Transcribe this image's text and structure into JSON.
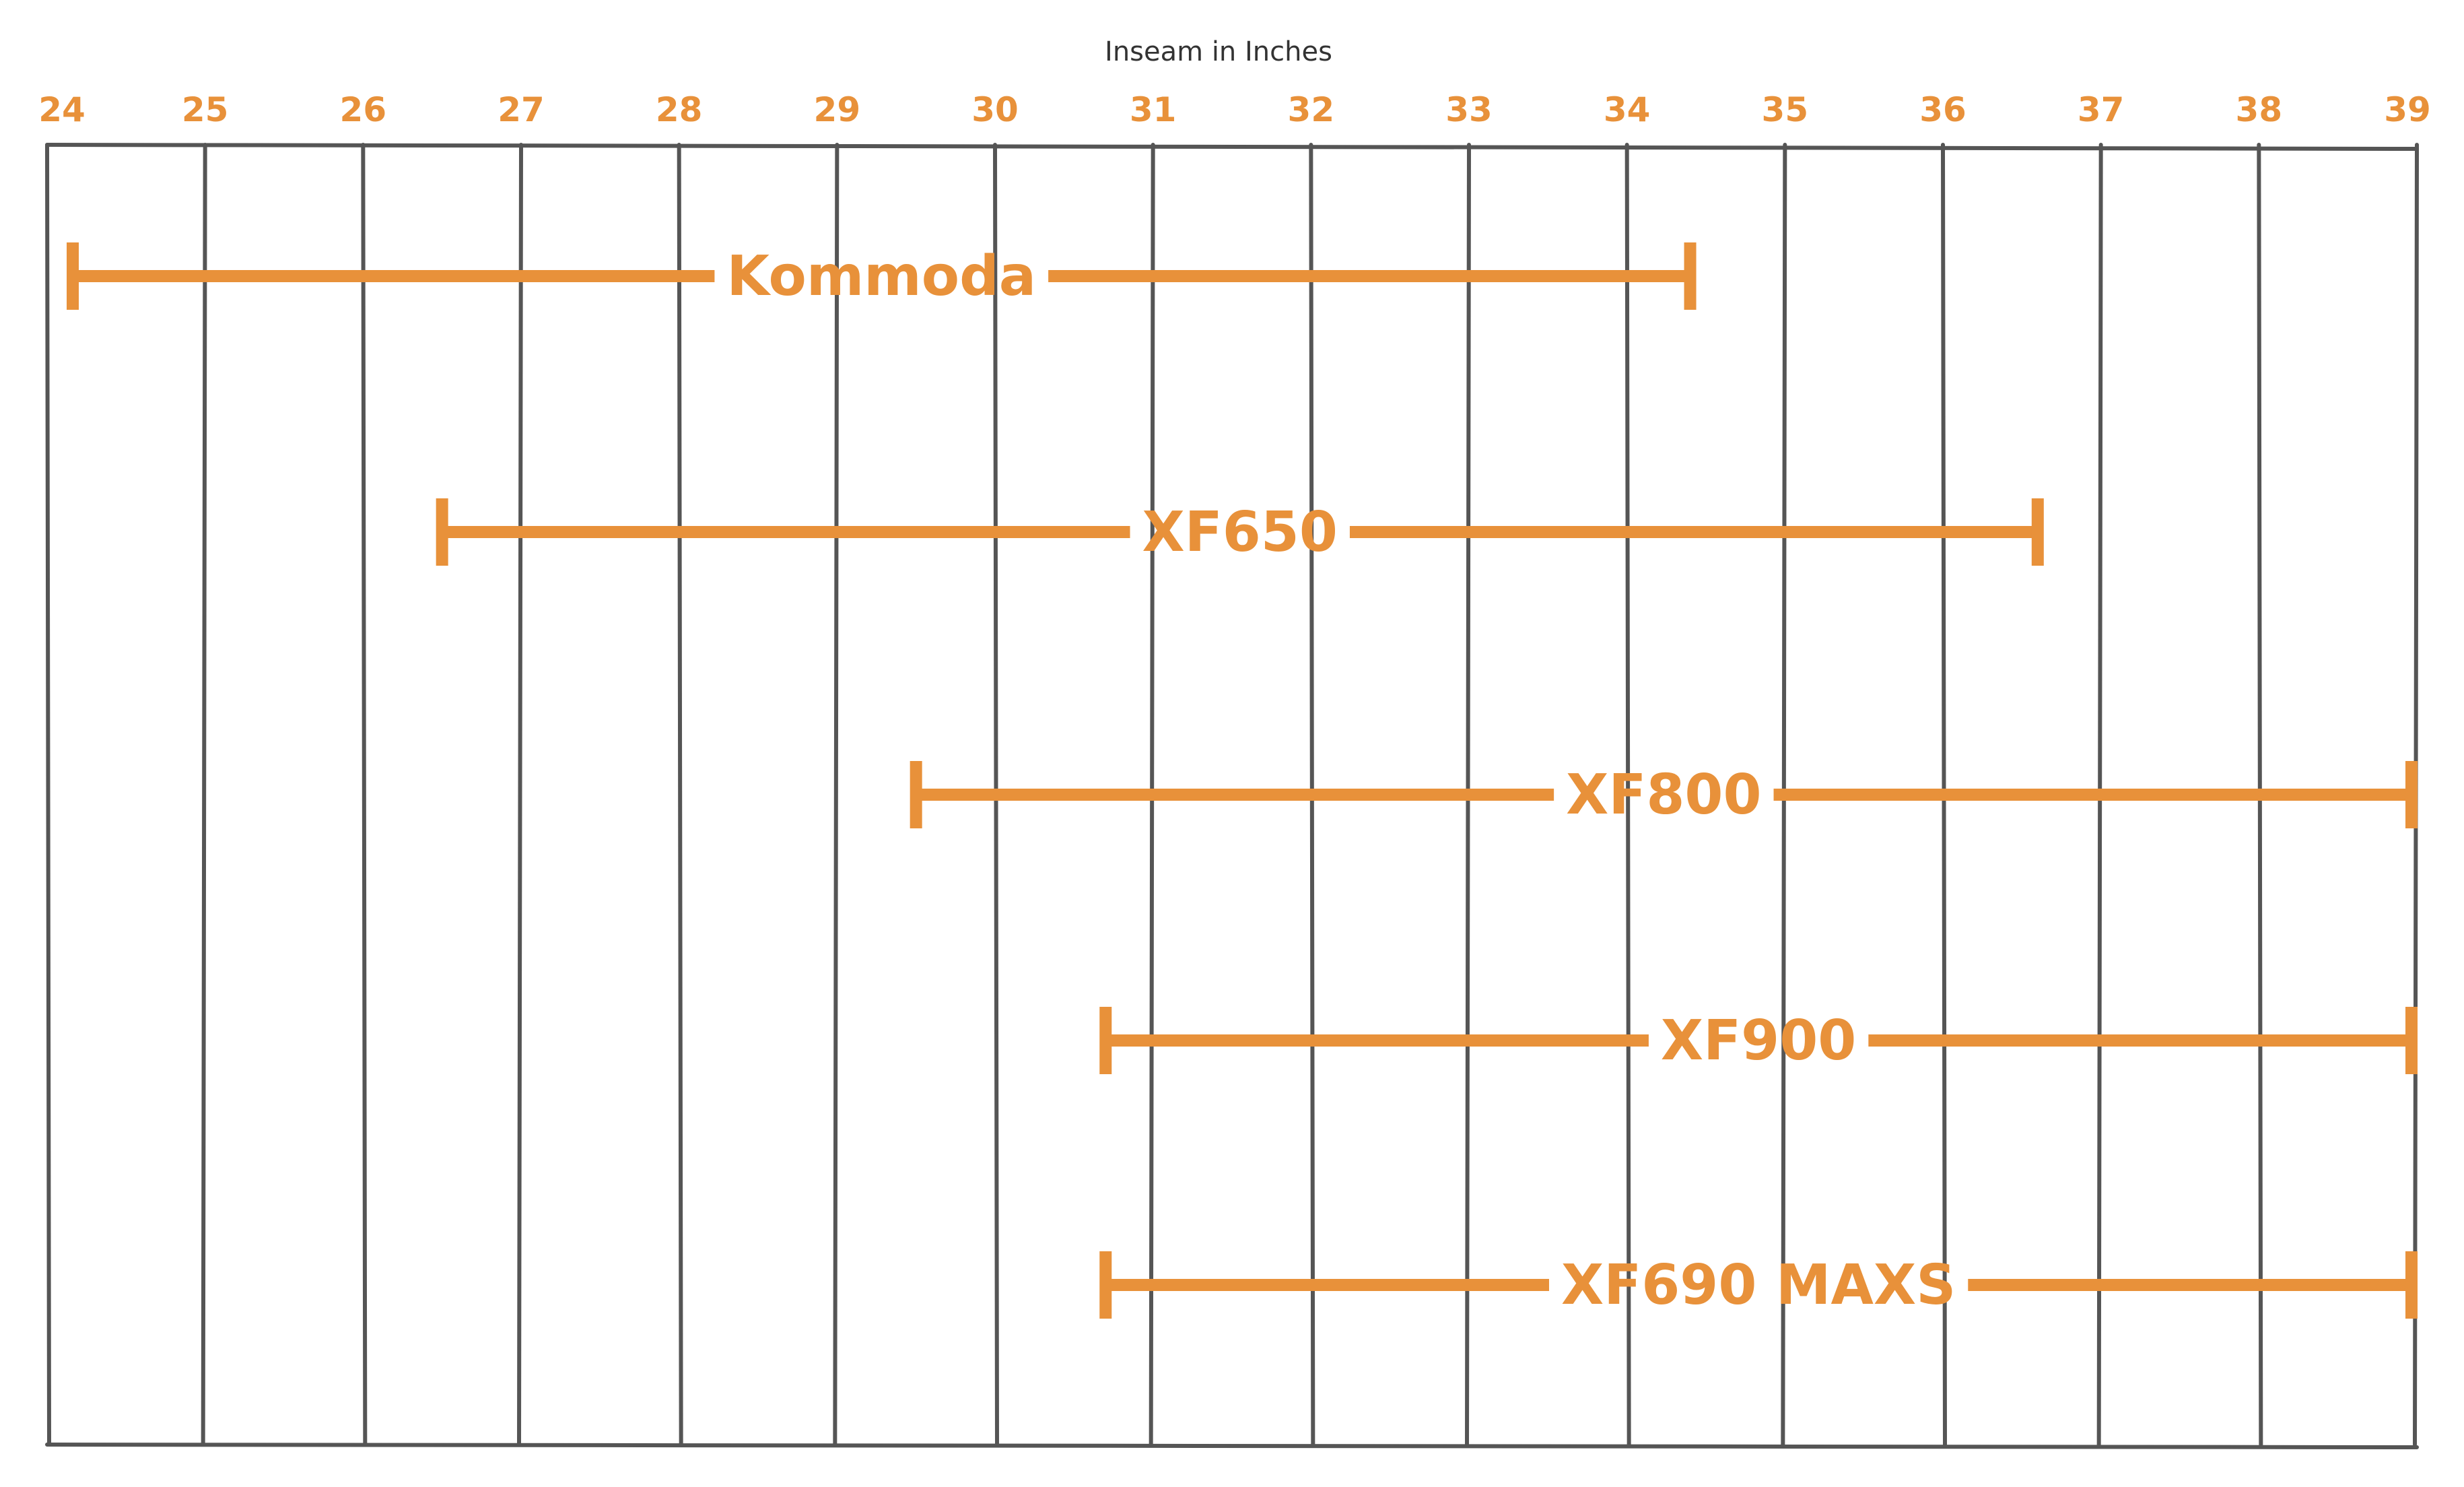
{
  "chart_data": {
    "type": "range-bar",
    "title": "Inseam in Inches",
    "x_ticks": [
      24,
      25,
      26,
      27,
      28,
      29,
      30,
      31,
      32,
      33,
      34,
      35,
      36,
      37,
      38,
      39
    ],
    "xlim": [
      24,
      39
    ],
    "grid": true,
    "series": [
      {
        "name": "Kommoda",
        "min": 24.0,
        "max": 34.4
      },
      {
        "name": "XF650",
        "min": 26.5,
        "max": 36.6
      },
      {
        "name": "XF800",
        "min": 29.5,
        "max": 39
      },
      {
        "name": "XF900",
        "min": 30.7,
        "max": 39
      },
      {
        "name": "XF690 MAXS",
        "min": 30.7,
        "max": 39
      }
    ]
  },
  "colors": {
    "accent": "#e8913a",
    "grid": "#555555",
    "title": "#333333",
    "background": "#ffffff"
  }
}
